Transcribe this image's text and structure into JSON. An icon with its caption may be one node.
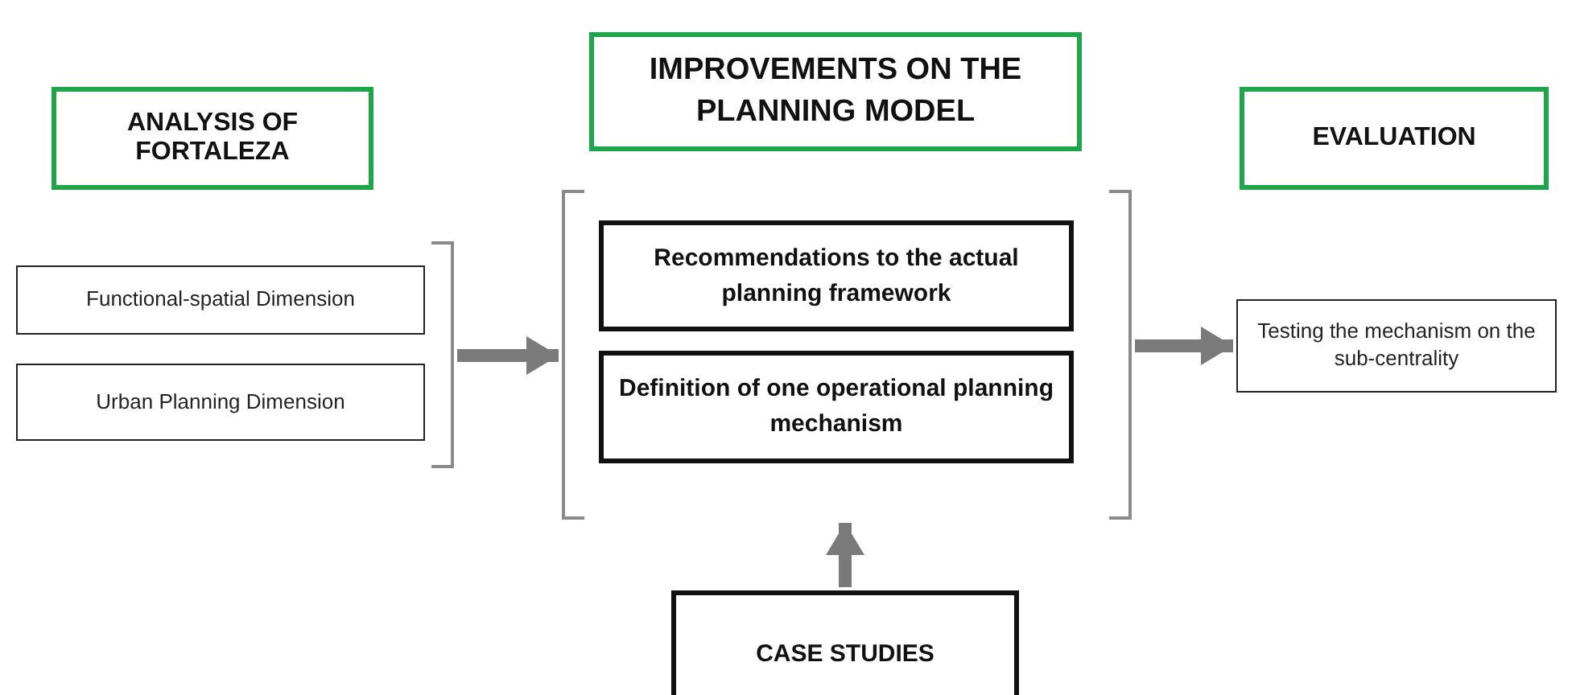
{
  "diagram": {
    "nodes": [
      {
        "text": [
          "ANALYSIS OF FORTALEZA"
        ]
      },
      {
        "text": [],
        "shape": "bracket"
      },
      {
        "text": [
          "Functional-spatial Dimension"
        ],
        "in": 1
      },
      {
        "text": [
          "Urban Planning Dimension"
        ],
        "in": 1
      },
      {
        "text": [
          "IMPROVEMENTS ON THE PLANNING MODEL"
        ]
      },
      {
        "text": [],
        "shape": "bracket"
      },
      {
        "text": [
          "Recommendations to the actual planning framework"
        ],
        "in": 5
      },
      {
        "text": [
          "Definition of one operational planning mechanism"
        ],
        "in": 5
      },
      {
        "text": [
          "EVALUATION"
        ]
      },
      {
        "text": [
          "Testing the mechanism on the sub-centrality"
        ]
      },
      {
        "text": [
          "CASE STUDIES"
        ]
      }
    ],
    "edges": [
      {
        "from": 1,
        "to": 5,
        "arrow": "to"
      },
      {
        "from": 5,
        "to": 9,
        "arrow": "to"
      },
      {
        "from": 10,
        "to": 5,
        "arrow": "to"
      }
    ]
  }
}
